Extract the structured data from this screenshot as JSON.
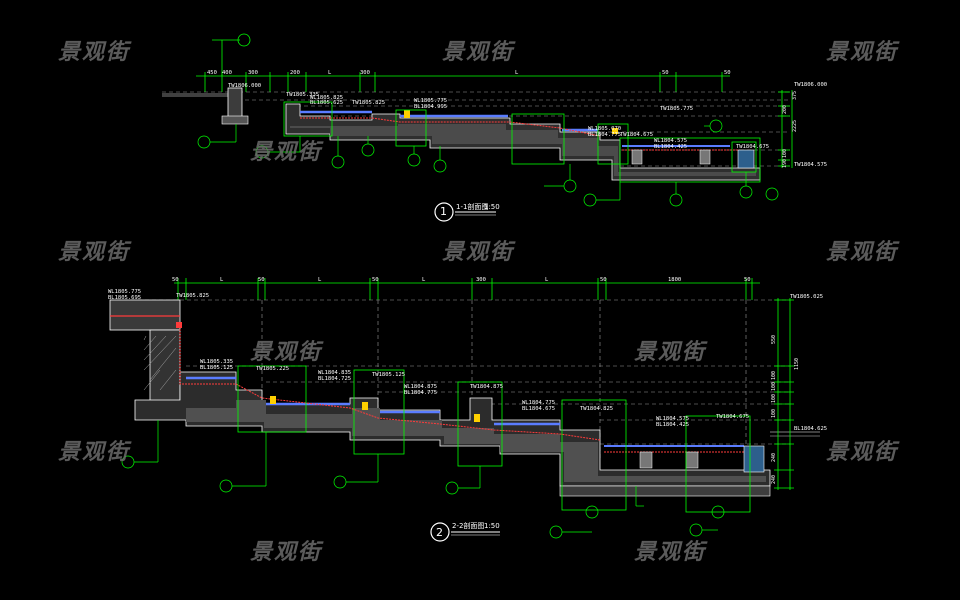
{
  "watermark": "景观街",
  "colors": {
    "background": "#000000",
    "outline": "#ffffff",
    "dimension": "#00ff00",
    "label": "#ffffff",
    "water": "#5a7cff",
    "membrane": "#ff3b3b",
    "hatch": "#8a8a8a",
    "accent": "#ffd000"
  },
  "section1": {
    "title": "1-1剖面图",
    "scale": "1:50",
    "number": "1",
    "dims_top": [
      "450",
      "400",
      "300",
      "200",
      "L",
      "300",
      "L",
      "50",
      "50"
    ],
    "levels": [
      "TW1806.000",
      "TW1805.335",
      "WL1805.825",
      "BL1805.625",
      "TW1805.825",
      "WL1805.775",
      "BL1804.995",
      "TW1805.775",
      "WL1805.070",
      "BL1804.775",
      "TW1804.675",
      "WL1804.575",
      "BL1804.425",
      "TW1804.675",
      "TW1804.575"
    ],
    "right_dims": [
      "375",
      "200",
      "2225",
      "100",
      "190"
    ]
  },
  "section2": {
    "title": "2-2剖面图",
    "scale": "1:50",
    "number": "2",
    "dims_top": [
      "50",
      "L",
      "50",
      "L",
      "50",
      "L",
      "300",
      "L",
      "50",
      "1800",
      "50"
    ],
    "levels": [
      "WL1805.775",
      "BL1805.695",
      "TW1805.825",
      "WL1805.335",
      "BL1805.125",
      "TW1805.225",
      "WL1804.835",
      "BL1804.725",
      "TW1805.125",
      "WL1804.875",
      "BL1804.775",
      "TW1804.875",
      "WL1804.775",
      "BL1804.675",
      "TW1804.825",
      "WL1804.575",
      "BL1804.425",
      "TW1804.675",
      "TW1805.025",
      "BL1804.625"
    ],
    "right_dims": [
      "550",
      "1150",
      "100",
      "100",
      "100",
      "100",
      "240",
      "240"
    ]
  }
}
